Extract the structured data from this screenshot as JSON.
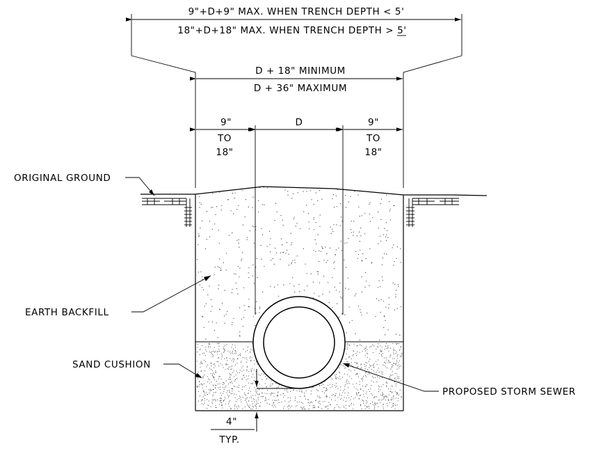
{
  "dims": {
    "top_1": "9\"+D+9\" MAX. WHEN TRENCH DEPTH < 5'",
    "top_2": "18\"+D+18\" MAX. WHEN TRENCH DEPTH > 5'",
    "width_min": "D + 18\" MINIMUM",
    "width_max": "D + 36\" MAXIMUM",
    "left_clear": "9\"",
    "left_to": "TO",
    "left_18": "18\"",
    "pipe_d": "D",
    "right_clear": "9\"",
    "right_to": "TO",
    "right_18": "18\"",
    "bottom_4": "4\"",
    "bottom_typ": "TYP."
  },
  "labels": {
    "original_ground": "ORIGINAL GROUND",
    "earth_backfill": "EARTH BACKFILL",
    "sand_cushion": "SAND CUSHION",
    "storm_sewer": "PROPOSED STORM SEWER"
  }
}
